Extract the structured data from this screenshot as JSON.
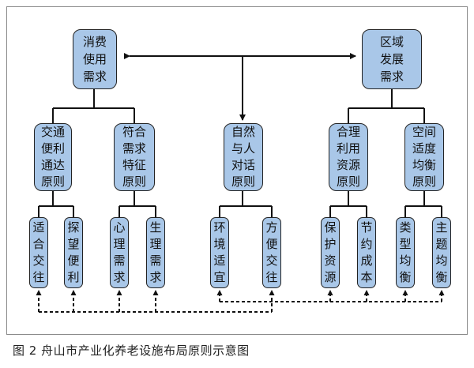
{
  "diagram": {
    "top_nodes": {
      "consumption_demand": "消费\n使用\n需求",
      "regional_development": "区域\n发展\n需求"
    },
    "principles": {
      "transport": "交通\n便利\n通达\n原则",
      "needs_fit": "符合\n需求\n特征\n原则",
      "nature": "自然\n与人\n对话\n原则",
      "resources": "合理\n利用\n资源\n原则",
      "space": "空间\n适度\n均衡\n原则"
    },
    "leaves": {
      "suitable_access": "适\n合\n交\n往",
      "visit_convenient": "探\n望\n便\n利",
      "psychological": "心\n理\n需\n求",
      "physiological": "生\n理\n需\n求",
      "suitable_env": "环\n境\n适\n宜",
      "convenient_access": "方\n便\n交\n往",
      "protect_resources": "保\n护\n资\n源",
      "save_cost": "节\n约\n成\n本",
      "type_balance": "类\n型\n均\n衡",
      "theme_balance": "主\n题\n均\n衡"
    }
  },
  "caption": "图 2  舟山市产业化养老设施布局原则示意图"
}
